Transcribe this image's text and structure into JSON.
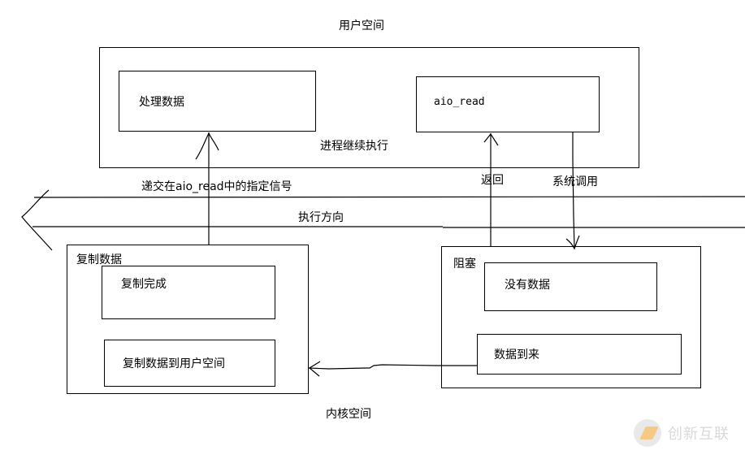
{
  "title": "用户空间",
  "user_space": {
    "process_box": "处理数据",
    "aio_box": "aio_read",
    "continue_label": "进程继续执行"
  },
  "signals": {
    "deliver_signal": "递交在aio_read中的指定信号",
    "return_label": "返回",
    "syscall_label": "系统调用",
    "direction_label": "执行方向"
  },
  "kernel_space": {
    "copy_group": "复制数据",
    "copy_done": "复制完成",
    "copy_to_user": "复制数据到用户空间",
    "block_group": "阻塞",
    "no_data": "没有数据",
    "data_arrives": "数据到来",
    "footer": "内核空间"
  },
  "watermark": {
    "text": "创新互联"
  }
}
